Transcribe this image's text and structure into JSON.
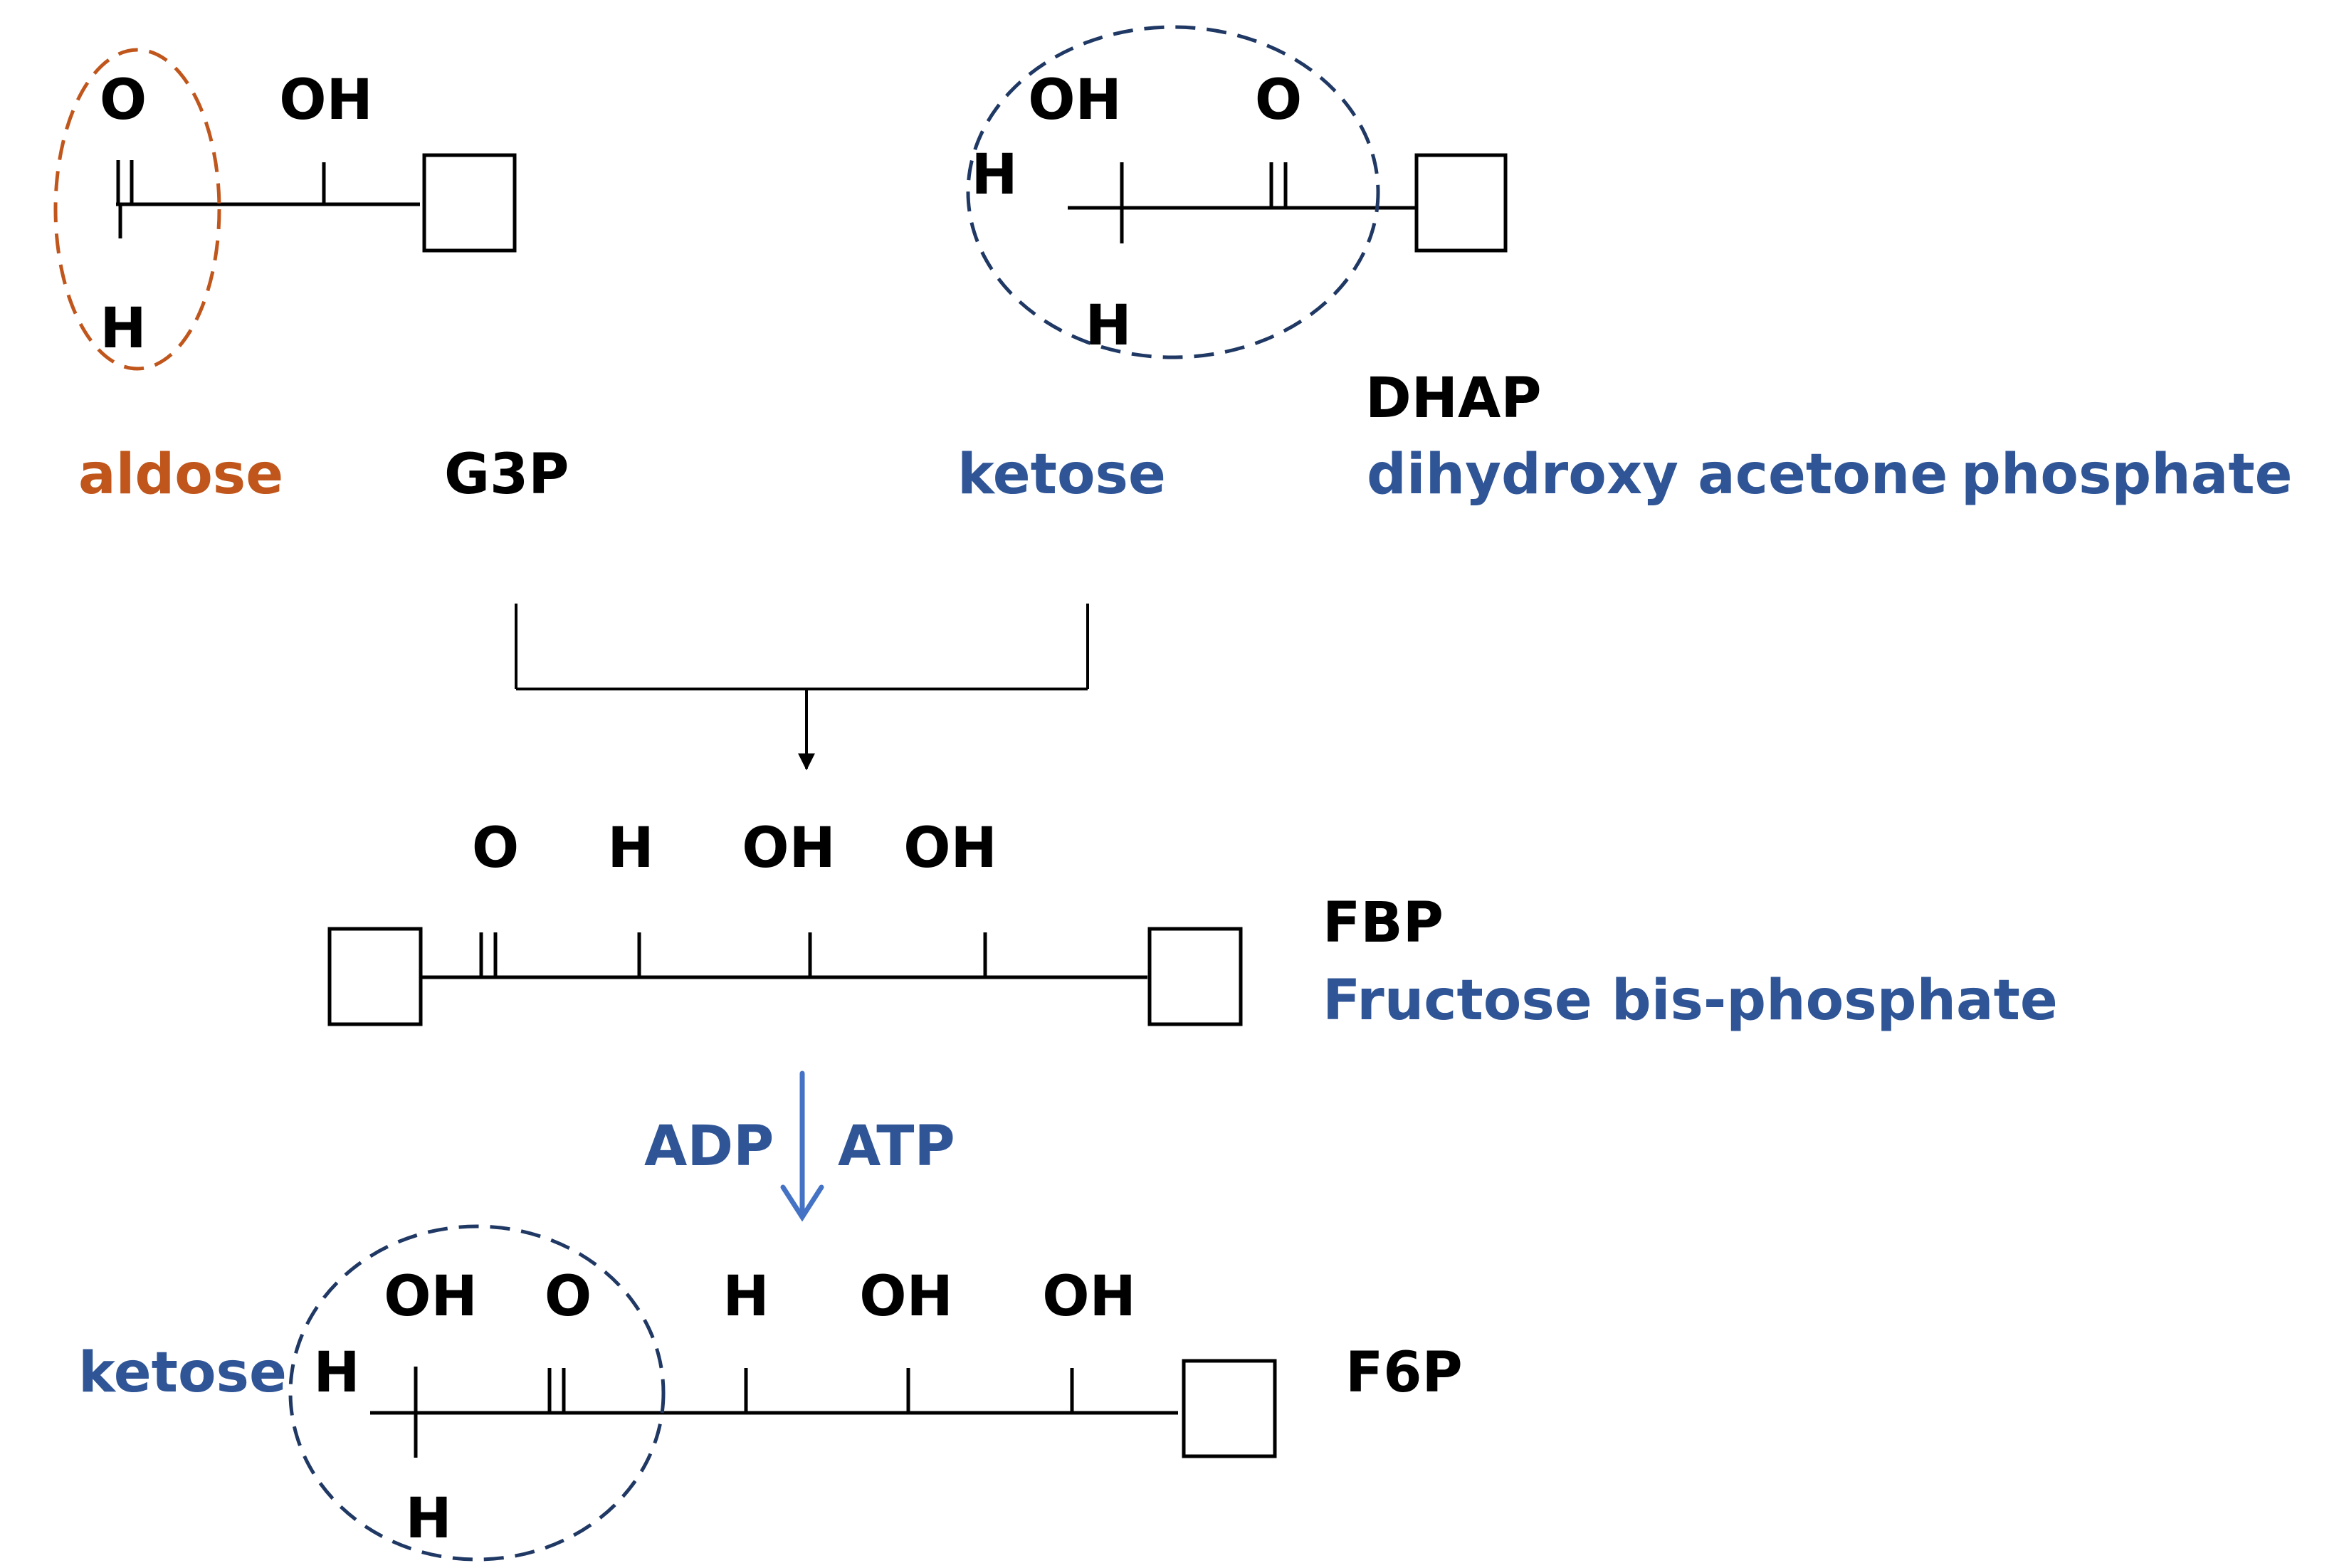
{
  "colors": {
    "ink": "#000000",
    "aldose_orange": "#C0561B",
    "ketose_blue": "#2F5597",
    "arrow_blue": "#4472C4",
    "ellipse_blue": "#1F3864"
  },
  "g3p": {
    "atoms": {
      "o": "O",
      "oh": "OH",
      "h": "H"
    },
    "class_label": "aldose",
    "name": "G3P"
  },
  "dhap": {
    "atoms": {
      "oh": "OH",
      "o": "O",
      "h_top": "H",
      "h_bottom": "H"
    },
    "class_label": "ketose",
    "name": "DHAP",
    "full_name": {
      "part1": "dihydroxy acetone",
      "part2": "phosphate"
    }
  },
  "fbp": {
    "atoms": {
      "o": "O",
      "h": "H",
      "oh1": "OH",
      "oh2": "OH"
    },
    "name": "FBP",
    "full_name": "Fructose bis-phosphate"
  },
  "reaction": {
    "left_label": "ADP",
    "right_label": "ATP"
  },
  "f6p": {
    "atoms": {
      "oh_top": "OH",
      "o": "O",
      "h": "H",
      "oh1": "OH",
      "oh2": "OH",
      "h_left": "H",
      "h_bottom": "H"
    },
    "class_label": "ketose",
    "name": "F6P"
  }
}
